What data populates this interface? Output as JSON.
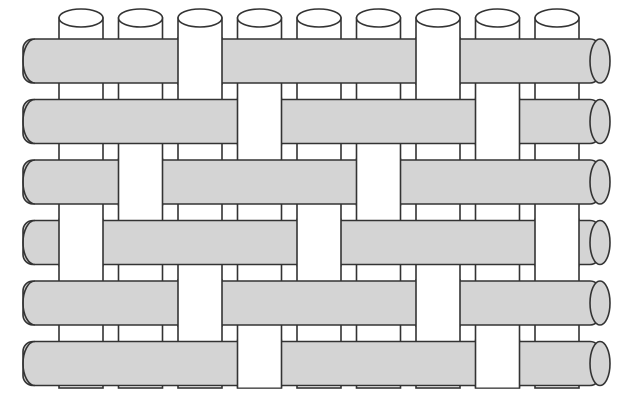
{
  "colors": {
    "background": "#ffffff",
    "warp_fill": "#ffffff",
    "weft_fill": "#d4d4d4",
    "outline": "#333333"
  },
  "weave": {
    "pattern": "twill",
    "warp_count": 9,
    "weft_count": 6,
    "visible_warp_over": [
      [
        2,
        6
      ],
      [
        3,
        7
      ],
      [
        1,
        5
      ],
      [
        0,
        4,
        8
      ],
      [
        2,
        6
      ],
      [
        3,
        7
      ]
    ]
  }
}
